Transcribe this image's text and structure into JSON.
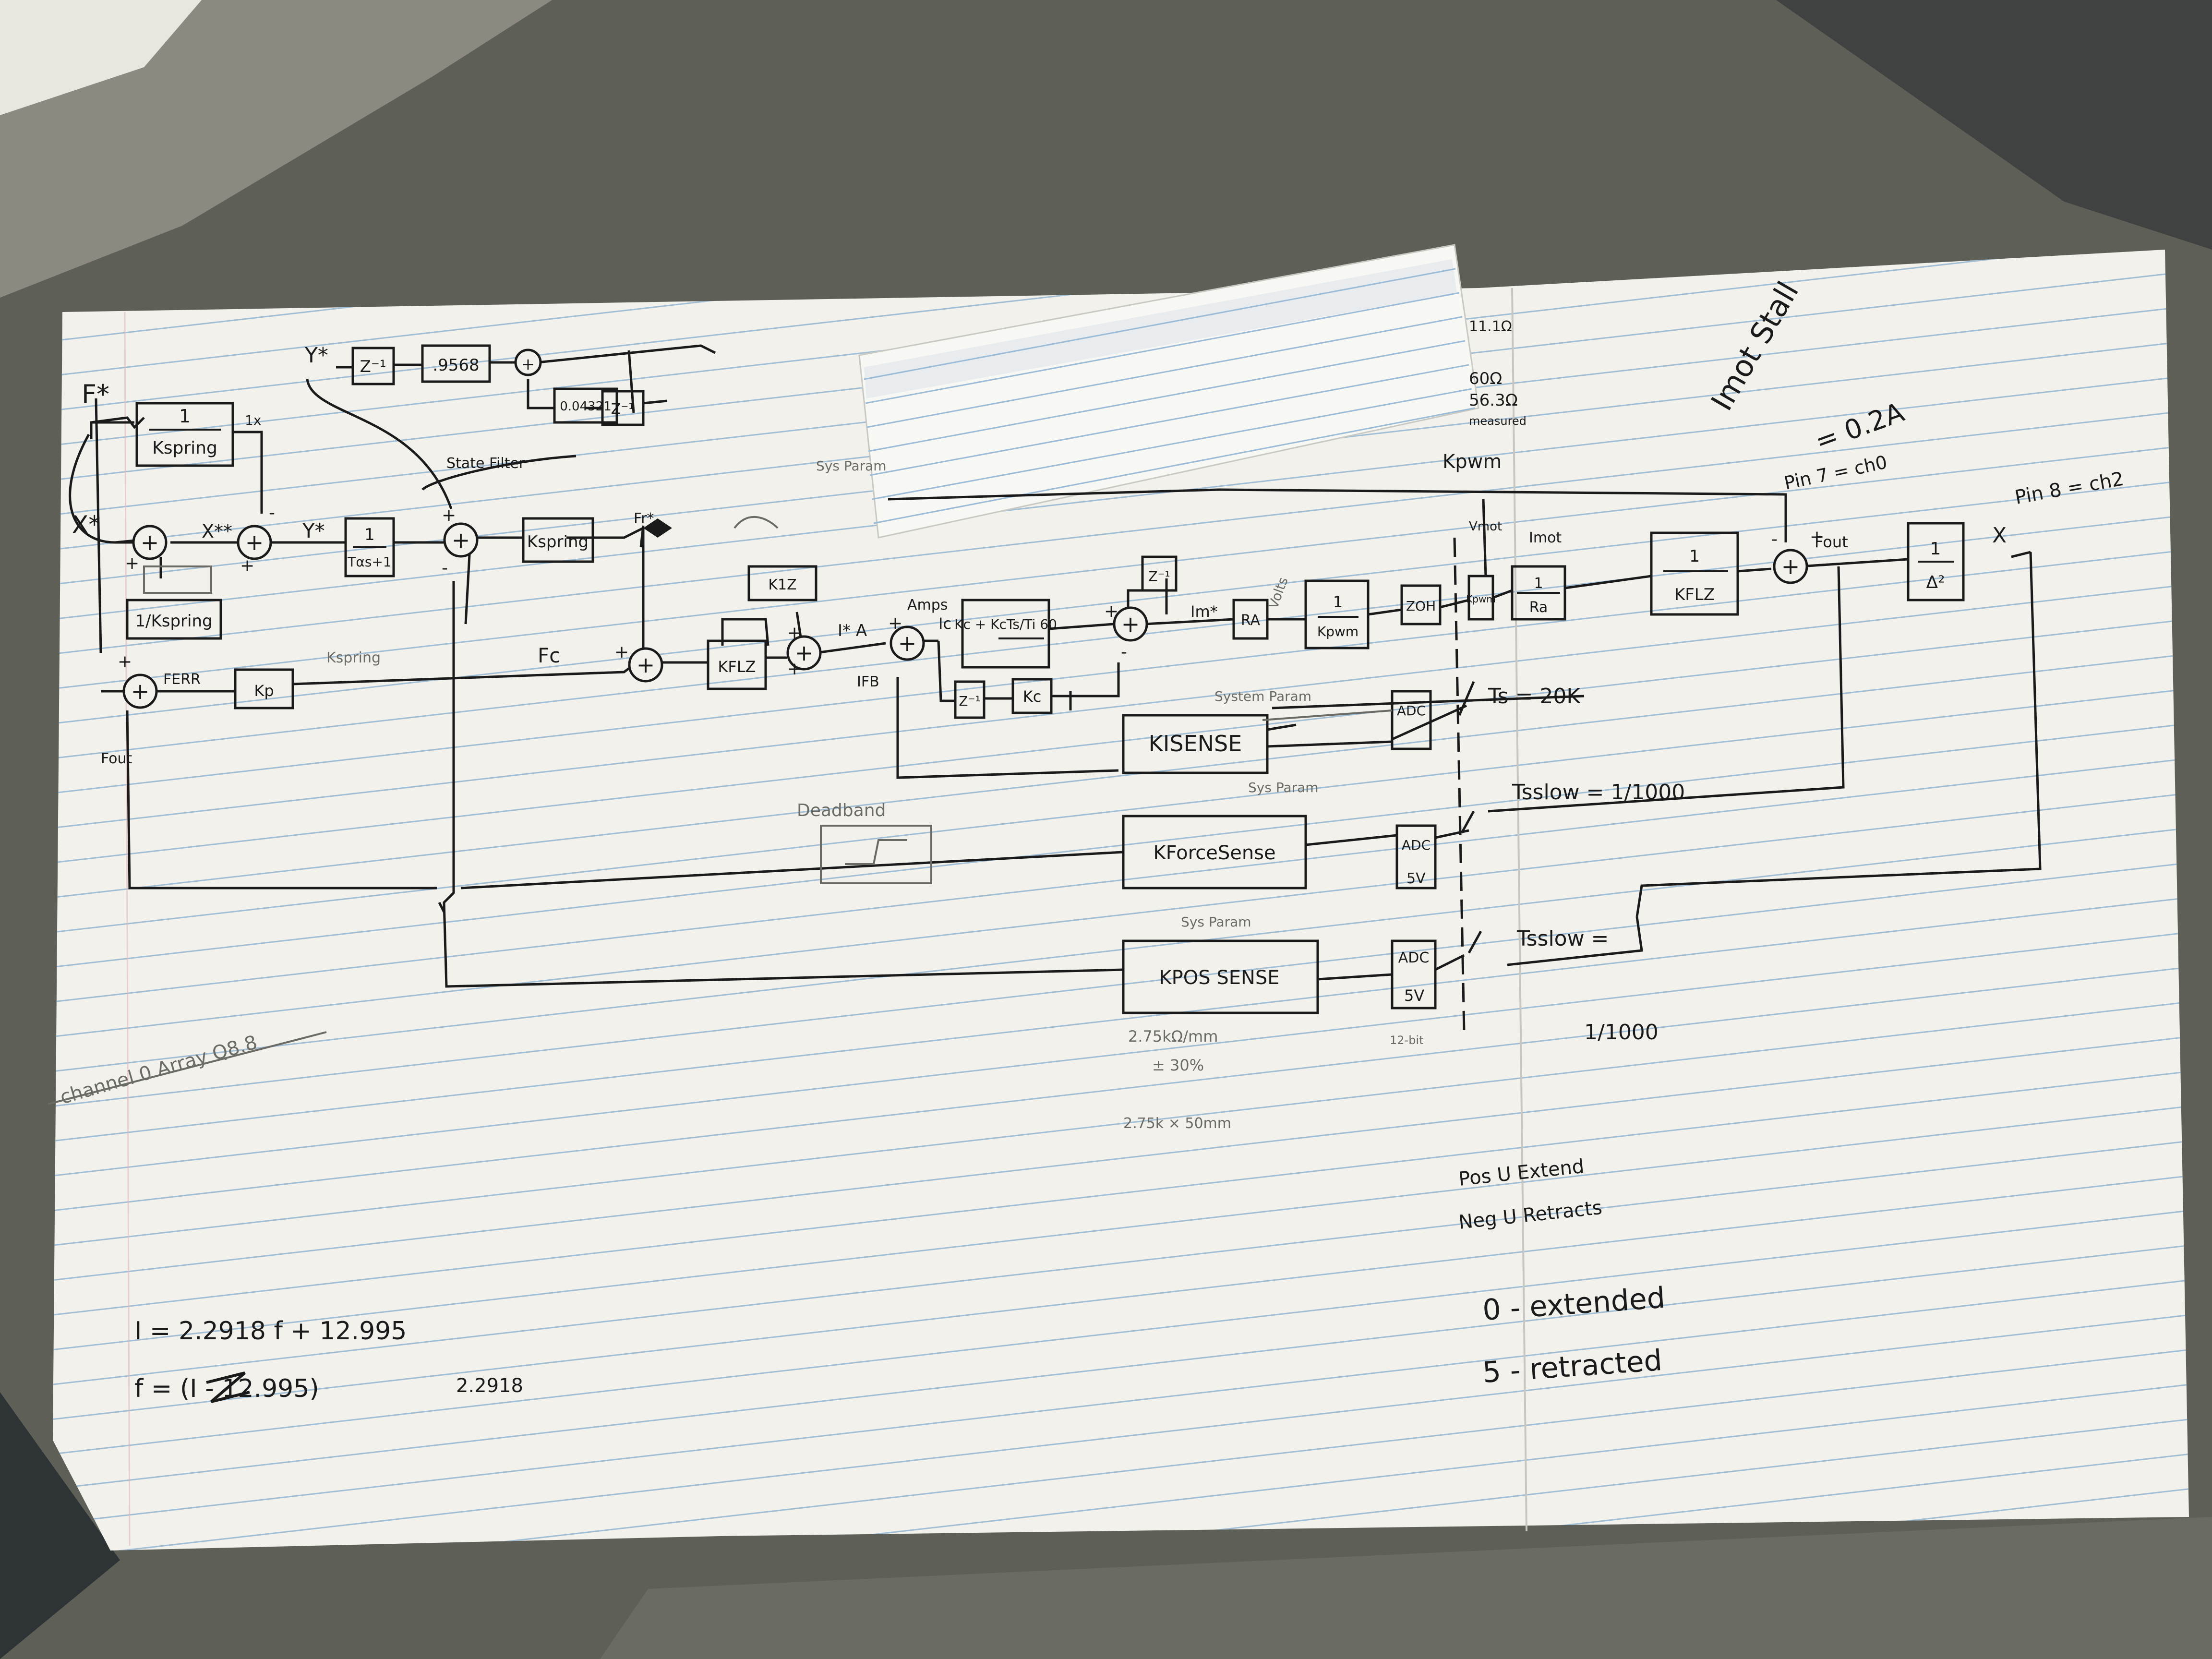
{
  "colors": {
    "desk": "#5e5f57",
    "paper": "#f2f1ec",
    "rule": "#8fb3cf",
    "margin": "#d9a0a6",
    "ink": "#1a1a1a",
    "pencil": "#6b6b66"
  },
  "diagram": {
    "inputs": {
      "f_star": "F*",
      "x_star": "X*",
      "y_star_top": "Y*",
      "y_star": "Y*",
      "x_star_star": "X**"
    },
    "blocks": {
      "kspring_inv": {
        "num": "1",
        "den": "Kspring"
      },
      "kspring_inv_small": "1/Kspring",
      "kp": "Kp",
      "z_inv_top": "Z⁻¹",
      "gain_9568": ".9568",
      "gain_04321": "0.04321",
      "z_inv_top2": "Z⁻¹",
      "state_filter": "State Filter",
      "tau_filter": {
        "num": "1",
        "den": "Tαs+1"
      },
      "kspring": "Kspring",
      "kflz": "KFLZ",
      "kflz_gain": "K1Z",
      "kc_block": "Kc + KcTs/Ti 60",
      "z_inv_fb": "Z⁻¹",
      "kc_fb": "Kc",
      "z_inv_mid": "Z⁻¹",
      "ra": "RA",
      "kpwm_inv": {
        "num": "1",
        "den": "Kpwm"
      },
      "zoh": "ZOH",
      "kpwm2": "Kpwm",
      "ra_inv": {
        "num": "1",
        "den": "Ra"
      },
      "kflz_inv": {
        "num": "1",
        "den": "KFLZ"
      },
      "plant": {
        "num": "1",
        "den": "Δ²"
      },
      "ki_sense": "KISENSE",
      "kforce_sense": "KForceSense",
      "kpos_sense": "KPOS SENSE",
      "adc1": "ADC",
      "adc2": "ADC",
      "adc3": "ADC",
      "deadband": "Deadband"
    },
    "labels": {
      "ferr": "FERR",
      "fout_left": "Fout",
      "fc": "Fc",
      "fr_star": "Fr*",
      "kspring_lbl": "Kspring",
      "i_star_a": "I* A",
      "amps": "Amps",
      "ic": "Ic",
      "ifb": "IFB",
      "im_star": "Im*",
      "volts": "Volts",
      "imot": "Imot",
      "vmot": "Vmot",
      "fout": "Fout",
      "x_out": "X",
      "ts": "Ts = 20K",
      "ts_slow1": "Tsslow = 1/1000",
      "ts_slow2": "Tsslow =",
      "ts_slow2_val": "1/1000",
      "sys_param1": "Sys Param",
      "sys_param2": "System Param",
      "sys_param3": "Sys Param",
      "sys_param4": "Sys Param",
      "five_v1": "5V",
      "five_v2": "5V",
      "twelve_bit": "12-bit",
      "one_x": "1x"
    },
    "notes": {
      "ohms1": "11.1Ω",
      "ohms2": "60Ω",
      "ohms3": "56.3Ω",
      "measured": "measured",
      "imot_stall": "Imot Stall",
      "imot_stall_val": "= 0.2A",
      "kpwm_top": "Kpwm",
      "pin7": "Pin 7 = ch0",
      "pin8": "Pin 8 = ch2",
      "pos_sense_1": "2.75kΩ/mm",
      "pos_sense_2": "± 30%",
      "pos_sense_3": "2.75k × 50mm",
      "channel": "channel 0 Array Q8.8",
      "pos_u": "Pos U  Extend",
      "neg_u": "Neg U  Retracts",
      "zero_ext": "0 - extended",
      "five_ret": "5 - retracted",
      "eq_i": "I =   2.2918 f  + 12.995",
      "eq_f": "f =          (I - 12.995)",
      "eq_f_div": "2.2918"
    }
  }
}
